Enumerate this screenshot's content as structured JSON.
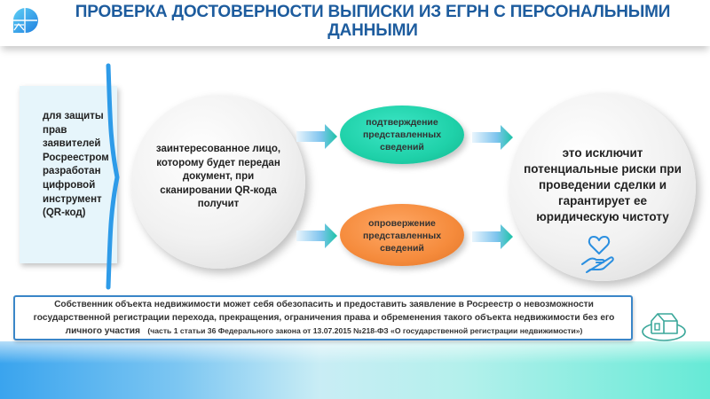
{
  "header": {
    "title_line1": "ПРОВЕРКА ДОСТОВЕРНОСТИ ВЫПИСКИ ИЗ ЕГРН С ПЕРСОНАЛЬНЫМИ",
    "title_line2": "ДАННЫМИ",
    "logo_icon": "rosreestr-logo-icon"
  },
  "left_box": {
    "lines": [
      "для защиты",
      "прав",
      "заявителей",
      "Росреестром",
      "разработан",
      "цифровой",
      "инструмент",
      "(QR-код)"
    ]
  },
  "center_circle": {
    "lines": [
      "заинтересованное лицо,",
      "которому будет передан",
      "документ, при",
      "сканировании QR-кода",
      "получит"
    ]
  },
  "outcomes": [
    {
      "lines": [
        "подтверждение",
        "представленных",
        "сведений"
      ],
      "color": "#1fd1a9"
    },
    {
      "lines": [
        "опровержение",
        "представленных",
        "сведений"
      ],
      "color": "#f58b3c"
    }
  ],
  "result_circle": {
    "lines": [
      "это исключит",
      "потенциальные риски при",
      "проведении сделки и",
      "гарантирует ее",
      "юридическую чистоту"
    ],
    "icon": "heart-in-hand-icon"
  },
  "note": {
    "line1": "Собственник объекта недвижимости может себя обезопасить и предоставить заявление в Росреестр о невозможности",
    "line2": "государственной регистрации перехода, прекращения, ограничения права и обременения такого объекта недвижимости без его",
    "line3_main": "личного участия",
    "line3_ref": "(часть 1 статьи 36 Федерального закона от 13.07.2015 №218-ФЗ «О государственной регистрации недвижимости»)",
    "icon": "house-icon"
  },
  "colors": {
    "title": "#1d5c9e",
    "accent_blue": "#2e9be8",
    "green": "#1fd1a9",
    "orange": "#f58b3c",
    "border": "#3a86c8"
  }
}
